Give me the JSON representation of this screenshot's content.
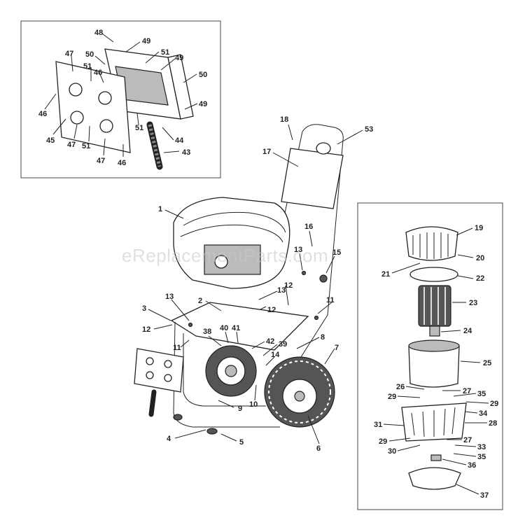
{
  "watermark": "eReplacementParts.com",
  "callouts": {
    "inset_outlet": [
      "48",
      "49",
      "50",
      "51",
      "49",
      "47",
      "51",
      "46",
      "50",
      "49",
      "46",
      "45",
      "47",
      "51",
      "51",
      "44",
      "47",
      "46",
      "43"
    ],
    "main": [
      "18",
      "53",
      "17",
      "1",
      "16",
      "13",
      "15",
      "2",
      "13",
      "12",
      "3",
      "13",
      "12",
      "11",
      "12",
      "38",
      "40",
      "41",
      "42",
      "39",
      "8",
      "11",
      "7",
      "14",
      "10",
      "9",
      "4",
      "5",
      "6"
    ],
    "inset_motor": [
      "19",
      "20",
      "21",
      "22",
      "23",
      "24",
      "25",
      "26",
      "27",
      "29",
      "35",
      "29",
      "34",
      "28",
      "31",
      "29",
      "27",
      "30",
      "33",
      "35",
      "36",
      "37"
    ]
  }
}
